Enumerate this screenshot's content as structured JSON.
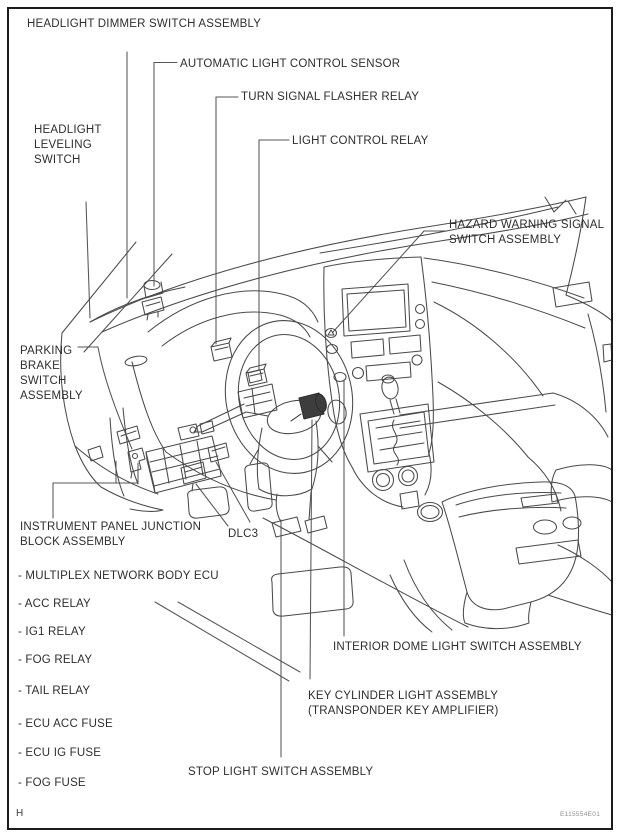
{
  "figure": {
    "type": "component-location-diagram",
    "page_letter": "H",
    "figure_code": "E115554E01"
  },
  "colors": {
    "ink": "#2e2e2e",
    "line_art": "#4a4a4a",
    "border": "#1c1c1c",
    "background": "#ffffff",
    "dark_part_fill": "#3d3d3d"
  },
  "labels": {
    "headlight_dimmer": {
      "lines": [
        "HEADLIGHT DIMMER SWITCH ASSEMBLY"
      ]
    },
    "automatic_light_sensor": {
      "lines": [
        "AUTOMATIC LIGHT CONTROL SENSOR"
      ]
    },
    "turn_signal_flasher": {
      "lines": [
        "TURN SIGNAL FLASHER RELAY"
      ]
    },
    "light_control_relay": {
      "lines": [
        "LIGHT CONTROL RELAY"
      ]
    },
    "headlight_leveling": {
      "lines": [
        "HEADLIGHT",
        "LEVELING",
        "SWITCH"
      ]
    },
    "hazard_warning": {
      "lines": [
        "HAZARD WARNING SIGNAL",
        "SWITCH ASSEMBLY"
      ]
    },
    "parking_brake": {
      "lines": [
        "PARKING",
        "BRAKE",
        "SWITCH",
        "ASSEMBLY"
      ]
    },
    "instrument_panel_junction": {
      "lines": [
        "INSTRUMENT PANEL JUNCTION",
        "BLOCK ASSEMBLY"
      ]
    },
    "dlc3": {
      "lines": [
        "DLC3"
      ]
    },
    "interior_dome": {
      "lines": [
        "INTERIOR DOME LIGHT SWITCH ASSEMBLY"
      ]
    },
    "key_cylinder": {
      "lines": [
        "KEY CYLINDER LIGHT ASSEMBLY",
        "(TRANSPONDER KEY AMPLIFIER)"
      ]
    },
    "stop_light": {
      "lines": [
        "STOP LIGHT SWITCH ASSEMBLY"
      ]
    }
  },
  "junction_block_items": [
    "- MULTIPLEX NETWORK BODY ECU",
    "- ACC RELAY",
    "- IG1 RELAY",
    "- FOG RELAY",
    "- TAIL RELAY",
    "- ECU ACC FUSE",
    "- ECU IG FUSE",
    "- FOG FUSE"
  ]
}
